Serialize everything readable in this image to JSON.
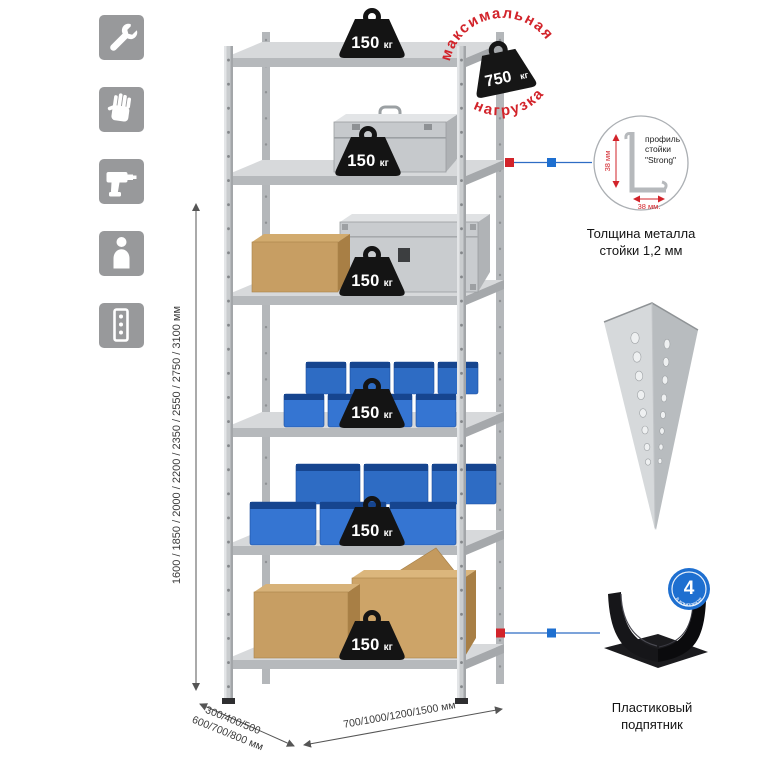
{
  "colors": {
    "accent_red": "#d2232a",
    "accent_blue": "#1e6fd0",
    "icon_gray": "#98999b",
    "metal_light": "#d7d9db",
    "metal_mid": "#c9ccce",
    "metal_dark": "#a8abae",
    "bin_blue": "#2e6cc4",
    "cardboard": "#c79e63",
    "weight_black": "#141414"
  },
  "sidebar": {
    "icons": [
      {
        "id": "wrench-icon"
      },
      {
        "id": "glove-icon"
      },
      {
        "id": "drill-icon"
      },
      {
        "id": "person-icon"
      },
      {
        "id": "perforated-upright-icon"
      }
    ]
  },
  "dimensions": {
    "height": "1600 / 1850 / 2000 / 2200 / 2350 / 2550 / 2750 / 3100 мм",
    "depth_line1": "300/400/500",
    "depth_line2": "600/700/800 мм",
    "width": "700/1000/1200/1500 мм"
  },
  "shelves": {
    "weights": [
      {
        "value": "150",
        "unit": "кг"
      },
      {
        "value": "150",
        "unit": "кг"
      },
      {
        "value": "150",
        "unit": "кг"
      },
      {
        "value": "150",
        "unit": "кг"
      },
      {
        "value": "150",
        "unit": "кг"
      },
      {
        "value": "150",
        "unit": "кг"
      }
    ]
  },
  "stamp": {
    "arc_top": "максимальная",
    "arc_bottom": "нагрузка",
    "value": "750",
    "unit": "кг"
  },
  "profile_detail": {
    "line1": "профиль",
    "line2": "стойки",
    "line3": "\"Strong\"",
    "dim_v": "38 мм",
    "dim_h": "38 мм.",
    "caption_line1": "Толщина металла",
    "caption_line2": "стойки 1,2 мм"
  },
  "foot_detail": {
    "badge_number": "4",
    "badge_text": "в комплекте",
    "caption_line1": "Пластиковый",
    "caption_line2": "подпятник"
  }
}
